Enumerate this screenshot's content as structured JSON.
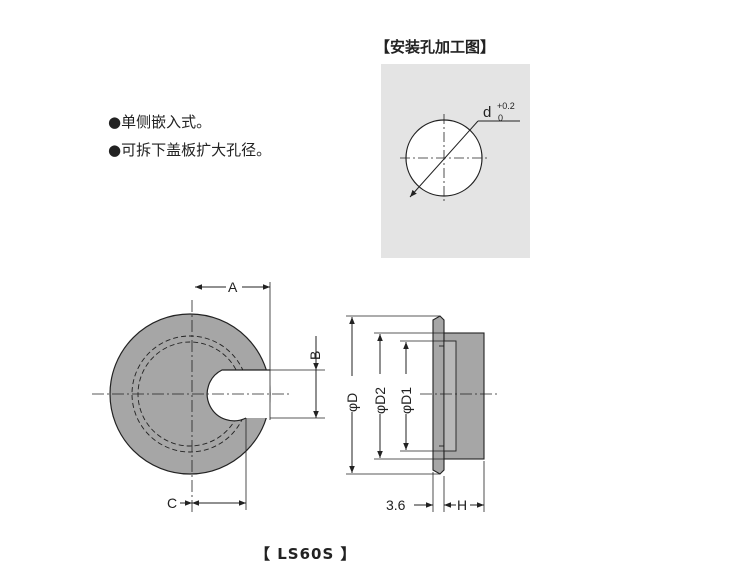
{
  "features": [
    "●单侧嵌入式。",
    "●可拆下盖板扩大孔径。"
  ],
  "install_panel": {
    "title": "【安装孔加工图】",
    "dim_label": "d",
    "tol_upper": "+0.2",
    "tol_lower": "0"
  },
  "dimensions": {
    "A": "A",
    "B": "B",
    "C": "C",
    "D": "φD",
    "D2": "φD2",
    "D1": "φD1",
    "flange": "3.6",
    "H": "H"
  },
  "model": "【  LS60S 】",
  "colors": {
    "body_fill": "#a6a6a6",
    "panel_bg": "#e4e4e4",
    "line": "#222222"
  }
}
